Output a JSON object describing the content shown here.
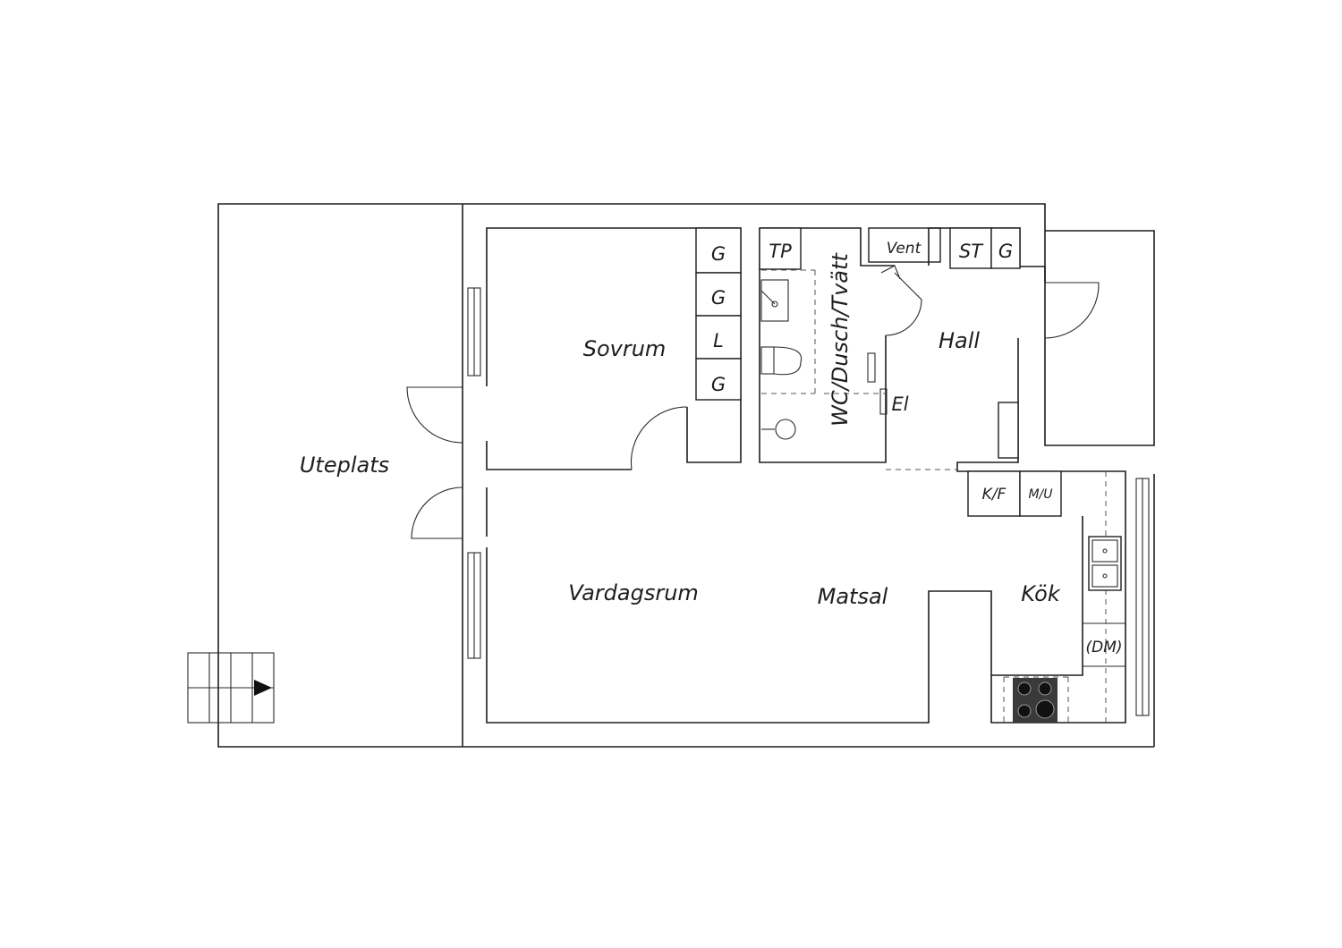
{
  "rooms": {
    "uteplats": "Uteplats",
    "sovrum": "Sovrum",
    "wc": "WC/Dusch/Tvätt",
    "hall": "Hall",
    "vardagsrum": "Vardagsrum",
    "matsal": "Matsal",
    "kok": "Kök"
  },
  "fixtures": {
    "closet_1": "G",
    "closet_2": "G",
    "closet_3": "L",
    "closet_4": "G",
    "tp": "TP",
    "vent": "Vent",
    "st": "ST",
    "hall_g": "G",
    "el": "El",
    "kf": "K/F",
    "mu": "M/U",
    "dm": "(DM)"
  }
}
